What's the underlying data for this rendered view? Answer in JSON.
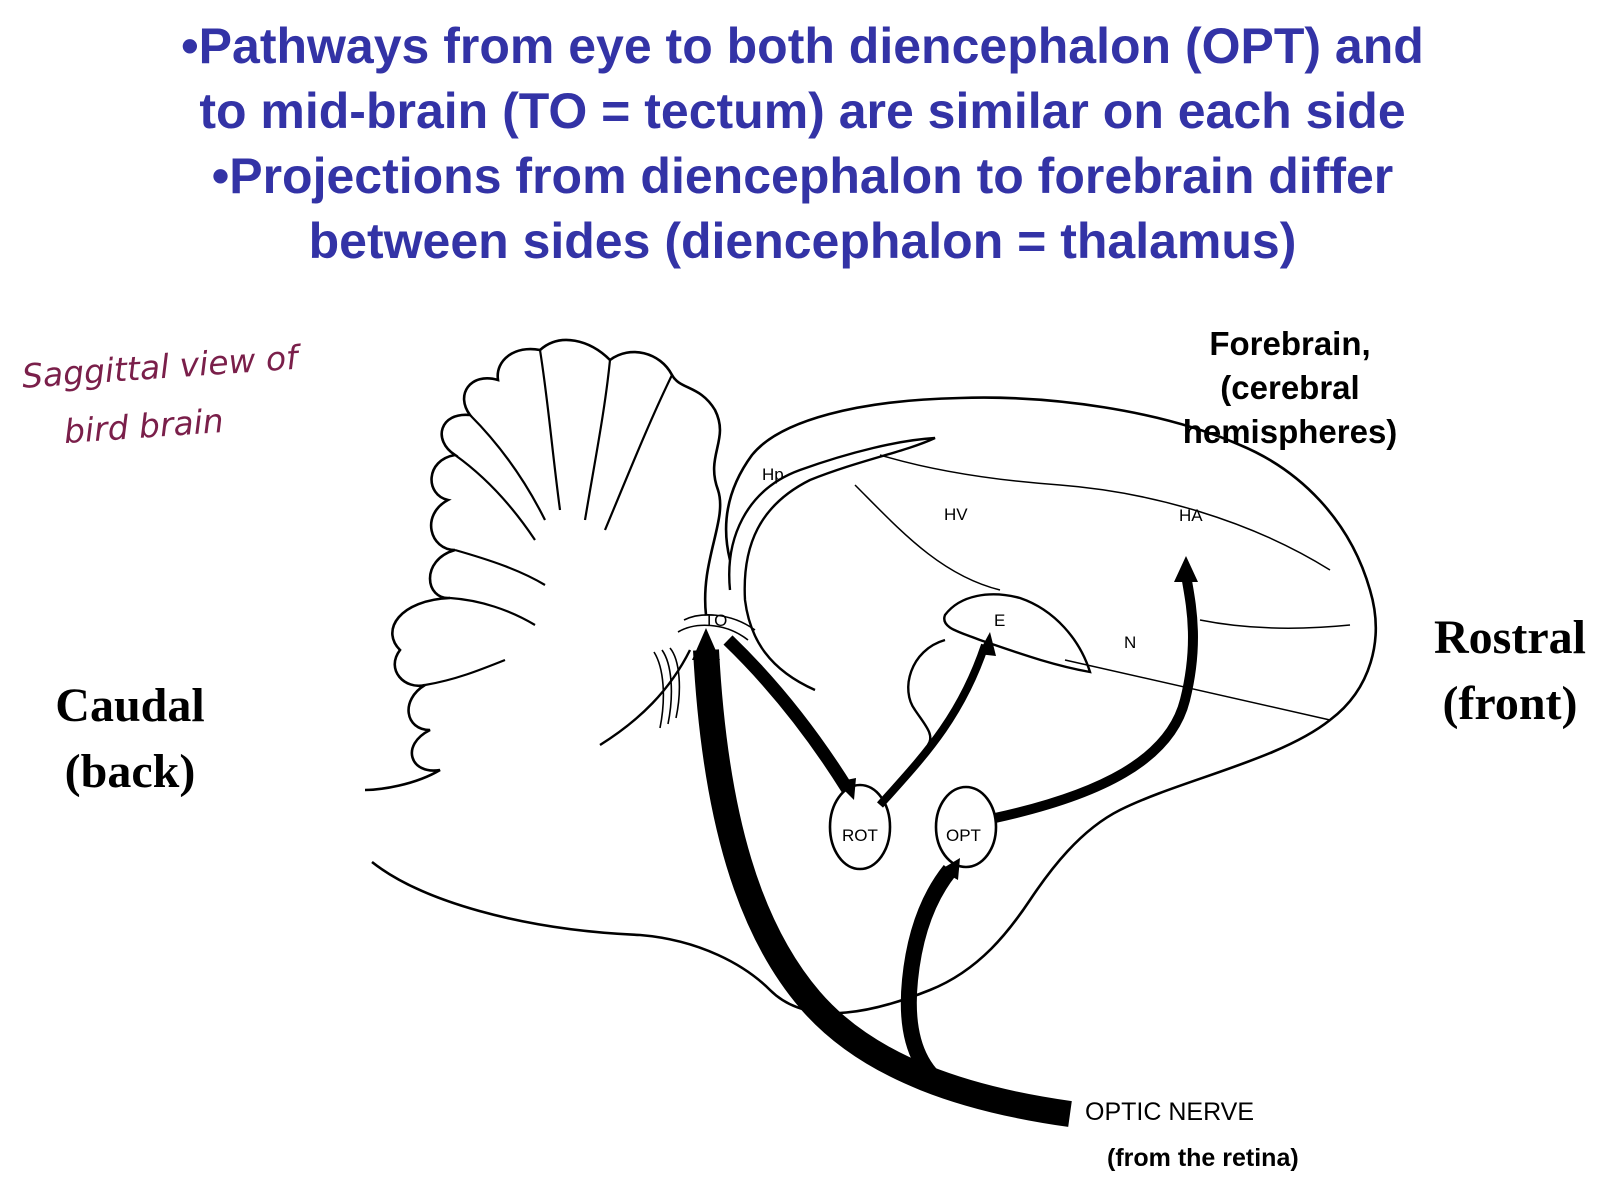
{
  "bullets": [
    "•Pathways from eye to both diencephalon (OPT) and",
    "to mid-brain (TO = tectum) are similar on each side",
    "•Projections from diencephalon to forebrain differ",
    "between sides (diencephalon = thalamus)"
  ],
  "handwritten_note": [
    "Saggittal view of",
    "bird brain"
  ],
  "forebrain_label": [
    "Forebrain,",
    "(cerebral",
    "hemispheres)"
  ],
  "caudal_label": [
    "Caudal",
    "(back)"
  ],
  "rostral_label": [
    "Rostral",
    "(front)"
  ],
  "structure_labels": {
    "hp": "Hp",
    "hv": "HV",
    "ha": "HA",
    "e": "E",
    "n": "N",
    "to": "TO",
    "rot": "ROT",
    "opt": "OPT"
  },
  "optic_nerve": "OPTIC NERVE",
  "optic_nerve_sub": "(from the retina)",
  "colors": {
    "bullet_text": "#3333a6",
    "handwriting": "#7a1f4a",
    "ink": "#000000"
  }
}
